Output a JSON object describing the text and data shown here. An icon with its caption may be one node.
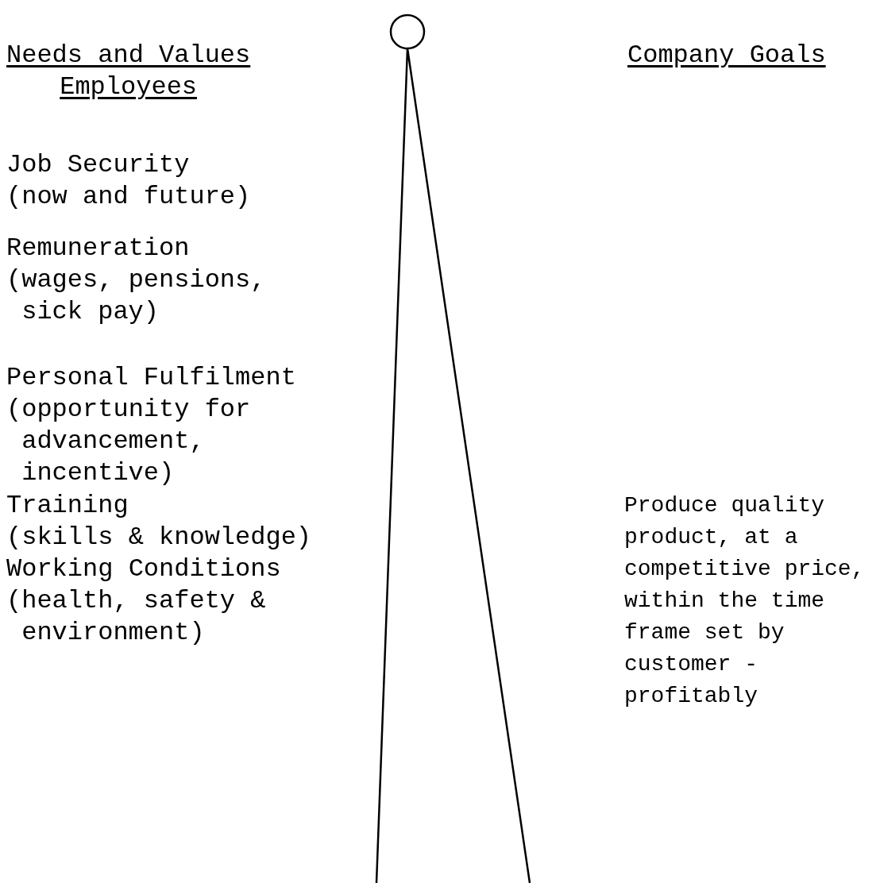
{
  "diagram": {
    "labels": [
      "Needs and Values Employees",
      "Company Goals",
      "Job Security",
      "(now and future)",
      "Remuneration",
      "(wages, pensions, sick pay)",
      "Personal Fulfilment",
      "(opportunity for advancement, incentive)",
      "Training",
      "(skills & knowledge)",
      "Working Conditions",
      "(health, safety & environment)",
      "Produce quality product, at a competitive price, within the time frame set by customer - profitably"
    ]
  }
}
